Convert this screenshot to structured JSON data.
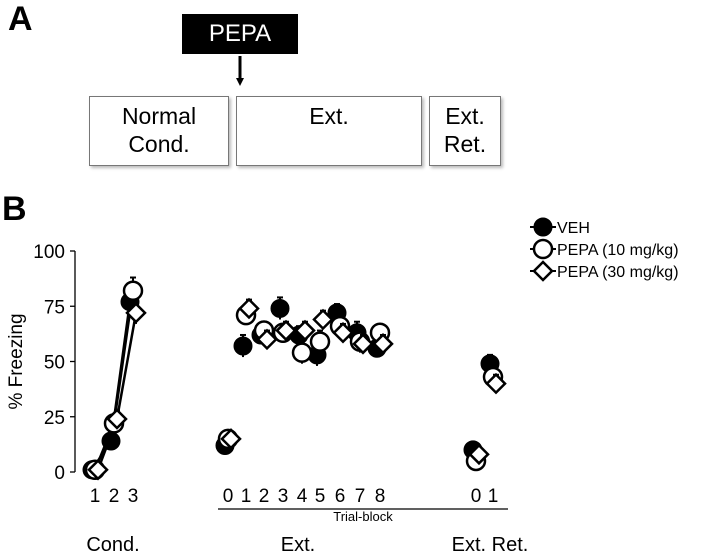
{
  "panel_a": {
    "letter": "A",
    "drug_label": "PEPA",
    "phases": [
      {
        "line1": "Normal",
        "line2": "Cond."
      },
      {
        "line1": "Ext.",
        "line2": ""
      },
      {
        "line1": "Ext.",
        "line2": "Ret."
      }
    ]
  },
  "panel_b": {
    "letter": "B"
  },
  "chart_data": {
    "type": "scatter",
    "xlabel": "Trial-block",
    "ylabel": "% Freezing",
    "ylim": [
      0,
      100
    ],
    "yticks": [
      0,
      25,
      50,
      75,
      100
    ],
    "phase_labels": [
      "Cond.",
      "Ext.",
      "Ext. Ret."
    ],
    "groups": [
      {
        "phase": "Cond.",
        "trial_labels": [
          "1",
          "2",
          "3"
        ],
        "connected": true
      },
      {
        "phase": "Ext.",
        "trial_labels": [
          "0",
          "1",
          "2",
          "3",
          "4",
          "5",
          "6",
          "7",
          "8"
        ],
        "connected": false
      },
      {
        "phase": "Ext. Ret.",
        "trial_labels": [
          "0",
          "1"
        ],
        "connected": false
      }
    ],
    "legend_position": "top-right",
    "series": [
      {
        "name": "VEH",
        "marker": "filled-circle",
        "color": "#000000",
        "values": [
          [
            1,
            14,
            77
          ],
          [
            12,
            57,
            62,
            74,
            62,
            53,
            72,
            63,
            56
          ],
          [
            10,
            49
          ]
        ],
        "errors": [
          [
            1,
            4,
            5
          ],
          [
            2,
            5,
            4,
            5,
            4,
            5,
            4,
            5,
            4
          ],
          [
            2,
            4
          ]
        ]
      },
      {
        "name": "PEPA (10 mg/kg)",
        "marker": "open-circle",
        "color": "#000000",
        "values": [
          [
            1,
            22,
            82
          ],
          [
            15,
            71,
            64,
            63,
            54,
            59,
            66,
            59,
            63
          ],
          [
            5,
            43
          ]
        ],
        "errors": [
          [
            1,
            4,
            6
          ],
          [
            2,
            4,
            4,
            4,
            5,
            5,
            4,
            5,
            4
          ],
          [
            2,
            4
          ]
        ]
      },
      {
        "name": "PEPA (30 mg/kg)",
        "marker": "open-diamond",
        "color": "#000000",
        "values": [
          [
            1,
            24,
            72
          ],
          [
            15,
            74,
            60,
            64,
            64,
            69,
            63,
            58,
            58
          ],
          [
            8,
            40
          ]
        ],
        "errors": [
          [
            1,
            4,
            5
          ],
          [
            2,
            4,
            4,
            4,
            4,
            4,
            4,
            4,
            4
          ],
          [
            2,
            4
          ]
        ]
      }
    ]
  }
}
